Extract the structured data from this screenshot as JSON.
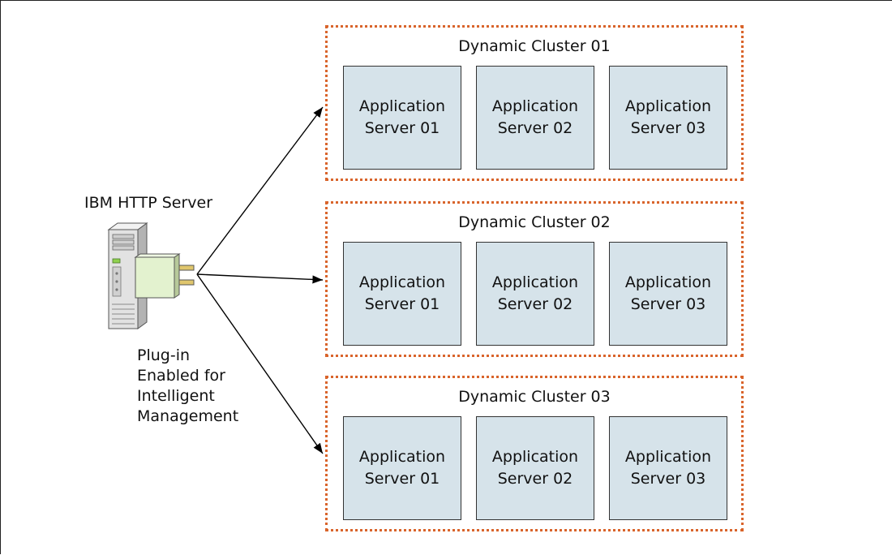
{
  "web_server": {
    "title": "IBM HTTP Server",
    "icon": "server-with-plugin-icon",
    "plugin_label": [
      "Plug-in",
      "Enabled for",
      "Intelligent",
      "Management"
    ]
  },
  "clusters": [
    {
      "title": "Dynamic Cluster 01",
      "servers": [
        {
          "line1": "Application",
          "line2": "Server 01"
        },
        {
          "line1": "Application",
          "line2": "Server 02"
        },
        {
          "line1": "Application",
          "line2": "Server 03"
        }
      ]
    },
    {
      "title": "Dynamic Cluster 02",
      "servers": [
        {
          "line1": "Application",
          "line2": "Server 01"
        },
        {
          "line1": "Application",
          "line2": "Server 02"
        },
        {
          "line1": "Application",
          "line2": "Server 03"
        }
      ]
    },
    {
      "title": "Dynamic Cluster 03",
      "servers": [
        {
          "line1": "Application",
          "line2": "Server 01"
        },
        {
          "line1": "Application",
          "line2": "Server 02"
        },
        {
          "line1": "Application",
          "line2": "Server 03"
        }
      ]
    }
  ],
  "colors": {
    "cluster_border": "#d9642b",
    "app_server_fill": "#d6e3ea",
    "plugin_fill": "#e3f2cf"
  }
}
